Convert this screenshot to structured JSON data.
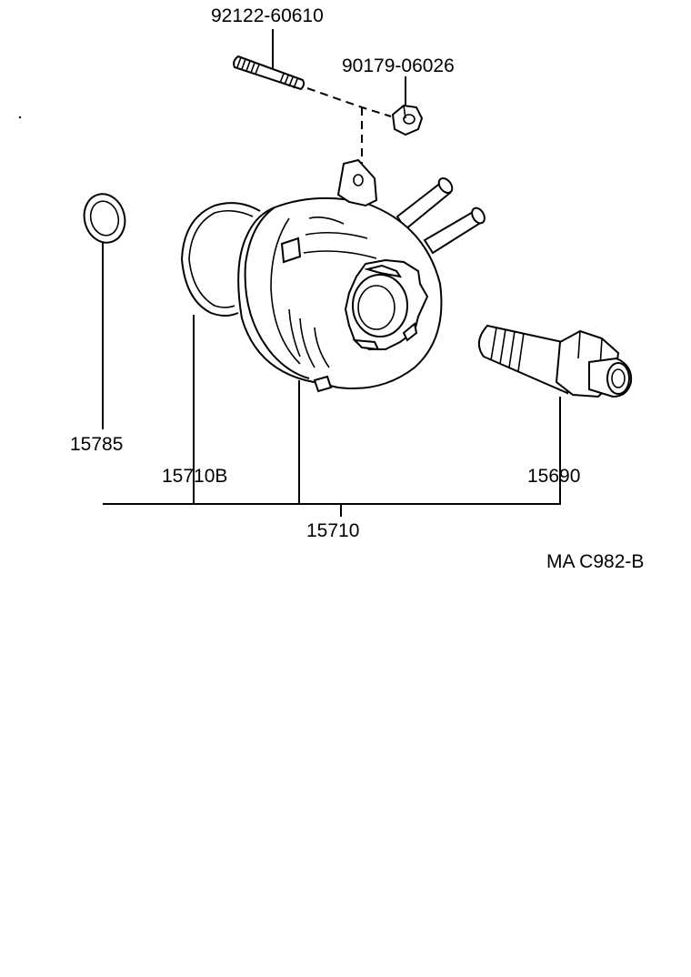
{
  "labels": {
    "stud_bolt": "92122-60610",
    "nut": "90179-06026",
    "gasket_small": "15785",
    "o_ring": "15710B",
    "union_bolt": "15690",
    "oil_cooler_assy": "15710",
    "figure_code": "MA C982-B"
  }
}
